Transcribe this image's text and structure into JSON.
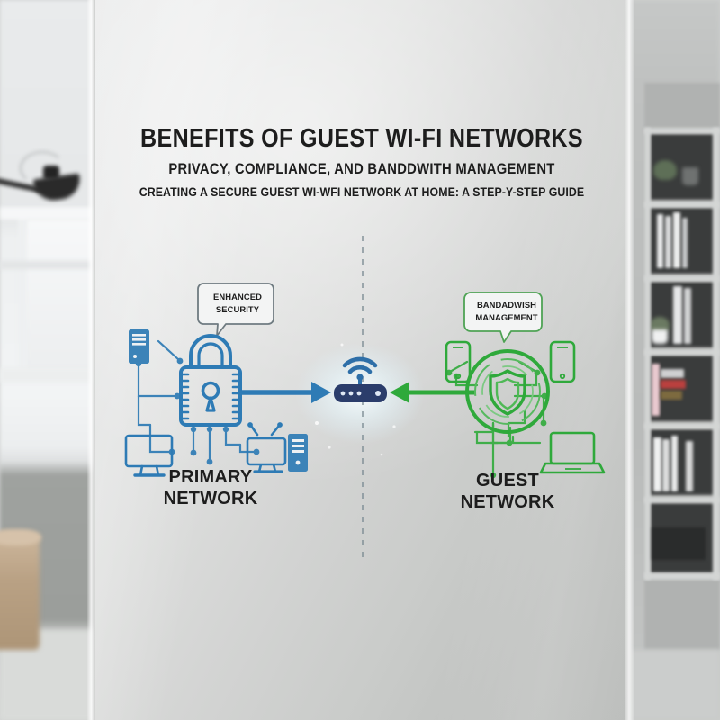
{
  "headings": {
    "title": "BENEFITS OF GUEST WI-FI NETWORKS",
    "subtitle": "PRIVACY, COMPLIANCE, AND BANDDWITH MANAGEMENT",
    "tagline": "CREATING A SECURE GUEST WI-WFI NETWORK AT HOME: A STEP-Y-STEP GUIDE"
  },
  "diagram": {
    "left": {
      "callout_line1": "ENHANCED",
      "callout_line2": "SECURITY",
      "label_line1": "PRIMARY",
      "label_line2": "NETWORK",
      "color": "#2E7BB5",
      "devices": [
        "desktop-tower",
        "desktop-monitor",
        "television",
        "pc-tower"
      ],
      "hub_icon": "padlock-icon"
    },
    "right": {
      "callout_line1": "BANDADWISH",
      "callout_line2": "MANAGEMENT",
      "label_line1": "GUEST",
      "label_line2": "NETWORK",
      "color": "#2FA93B",
      "devices": [
        "smartphone",
        "smartphone",
        "laptop"
      ],
      "hub_icon": "shield-icon"
    },
    "center": {
      "icon": "wifi-router-icon",
      "router_color": "#2B3D6B",
      "wifi_color": "#2E6FA8",
      "divider": "dashed-vertical-line"
    }
  },
  "colors": {
    "blue": "#2E7BB5",
    "green": "#2FA93B",
    "text": "#1D1D1D",
    "glass": "#DCDDDC"
  }
}
